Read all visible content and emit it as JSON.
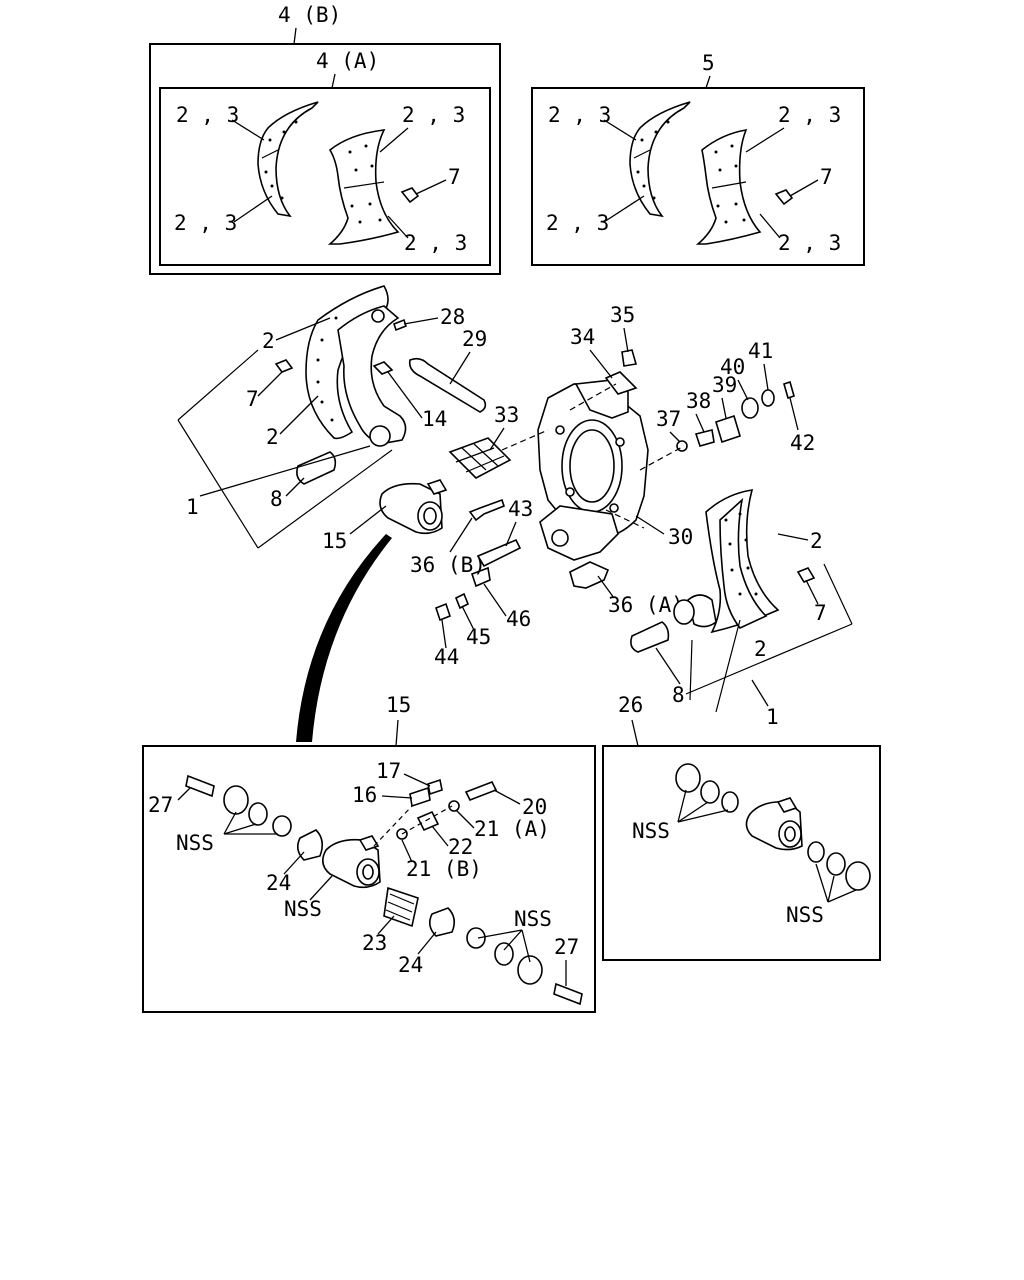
{
  "callouts": {
    "kit_4b": "4 (B)",
    "kit_4a": "4 (A)",
    "kit_5": "5",
    "k4_tl": "2 , 3",
    "k4_tr": "2 , 3",
    "k4_bl": "2 , 3",
    "k4_br": "2 , 3",
    "k4_7": "7",
    "k5_tl": "2 , 3",
    "k5_tr": "2 , 3",
    "k5_bl": "2 , 3",
    "k5_br": "2 , 3",
    "k5_7": "7",
    "l_2a": "2",
    "l_7": "7",
    "l_2b": "2",
    "l_1": "1",
    "l_8": "8",
    "l_15": "15",
    "l_28": "28",
    "l_29": "29",
    "l_14": "14",
    "l_33": "33",
    "l_34": "34",
    "l_35": "35",
    "l_36b": "36 (B)",
    "l_43": "43",
    "l_30": "30",
    "l_36a": "36 (A)",
    "l_37": "37",
    "l_38": "38",
    "l_39": "39",
    "l_40": "40",
    "l_41": "41",
    "l_42": "42",
    "l_44": "44",
    "l_45": "45",
    "l_46": "46",
    "r_2a": "2",
    "r_7": "7",
    "r_2b": "2",
    "r_8": "8",
    "r_1": "1",
    "det_15": "15",
    "det_26": "26",
    "d_27a": "27",
    "d_nss_a": "NSS",
    "d_17": "17",
    "d_16": "16",
    "d_20": "20",
    "d_21a": "21 (A)",
    "d_22": "22",
    "d_21b": "21 (B)",
    "d_24a": "24",
    "d_nss_b": "NSS",
    "d_23": "23",
    "d_24b": "24",
    "d_nss_c": "NSS",
    "d_27b": "27",
    "e_nss_a": "NSS",
    "e_nss_b": "NSS"
  }
}
